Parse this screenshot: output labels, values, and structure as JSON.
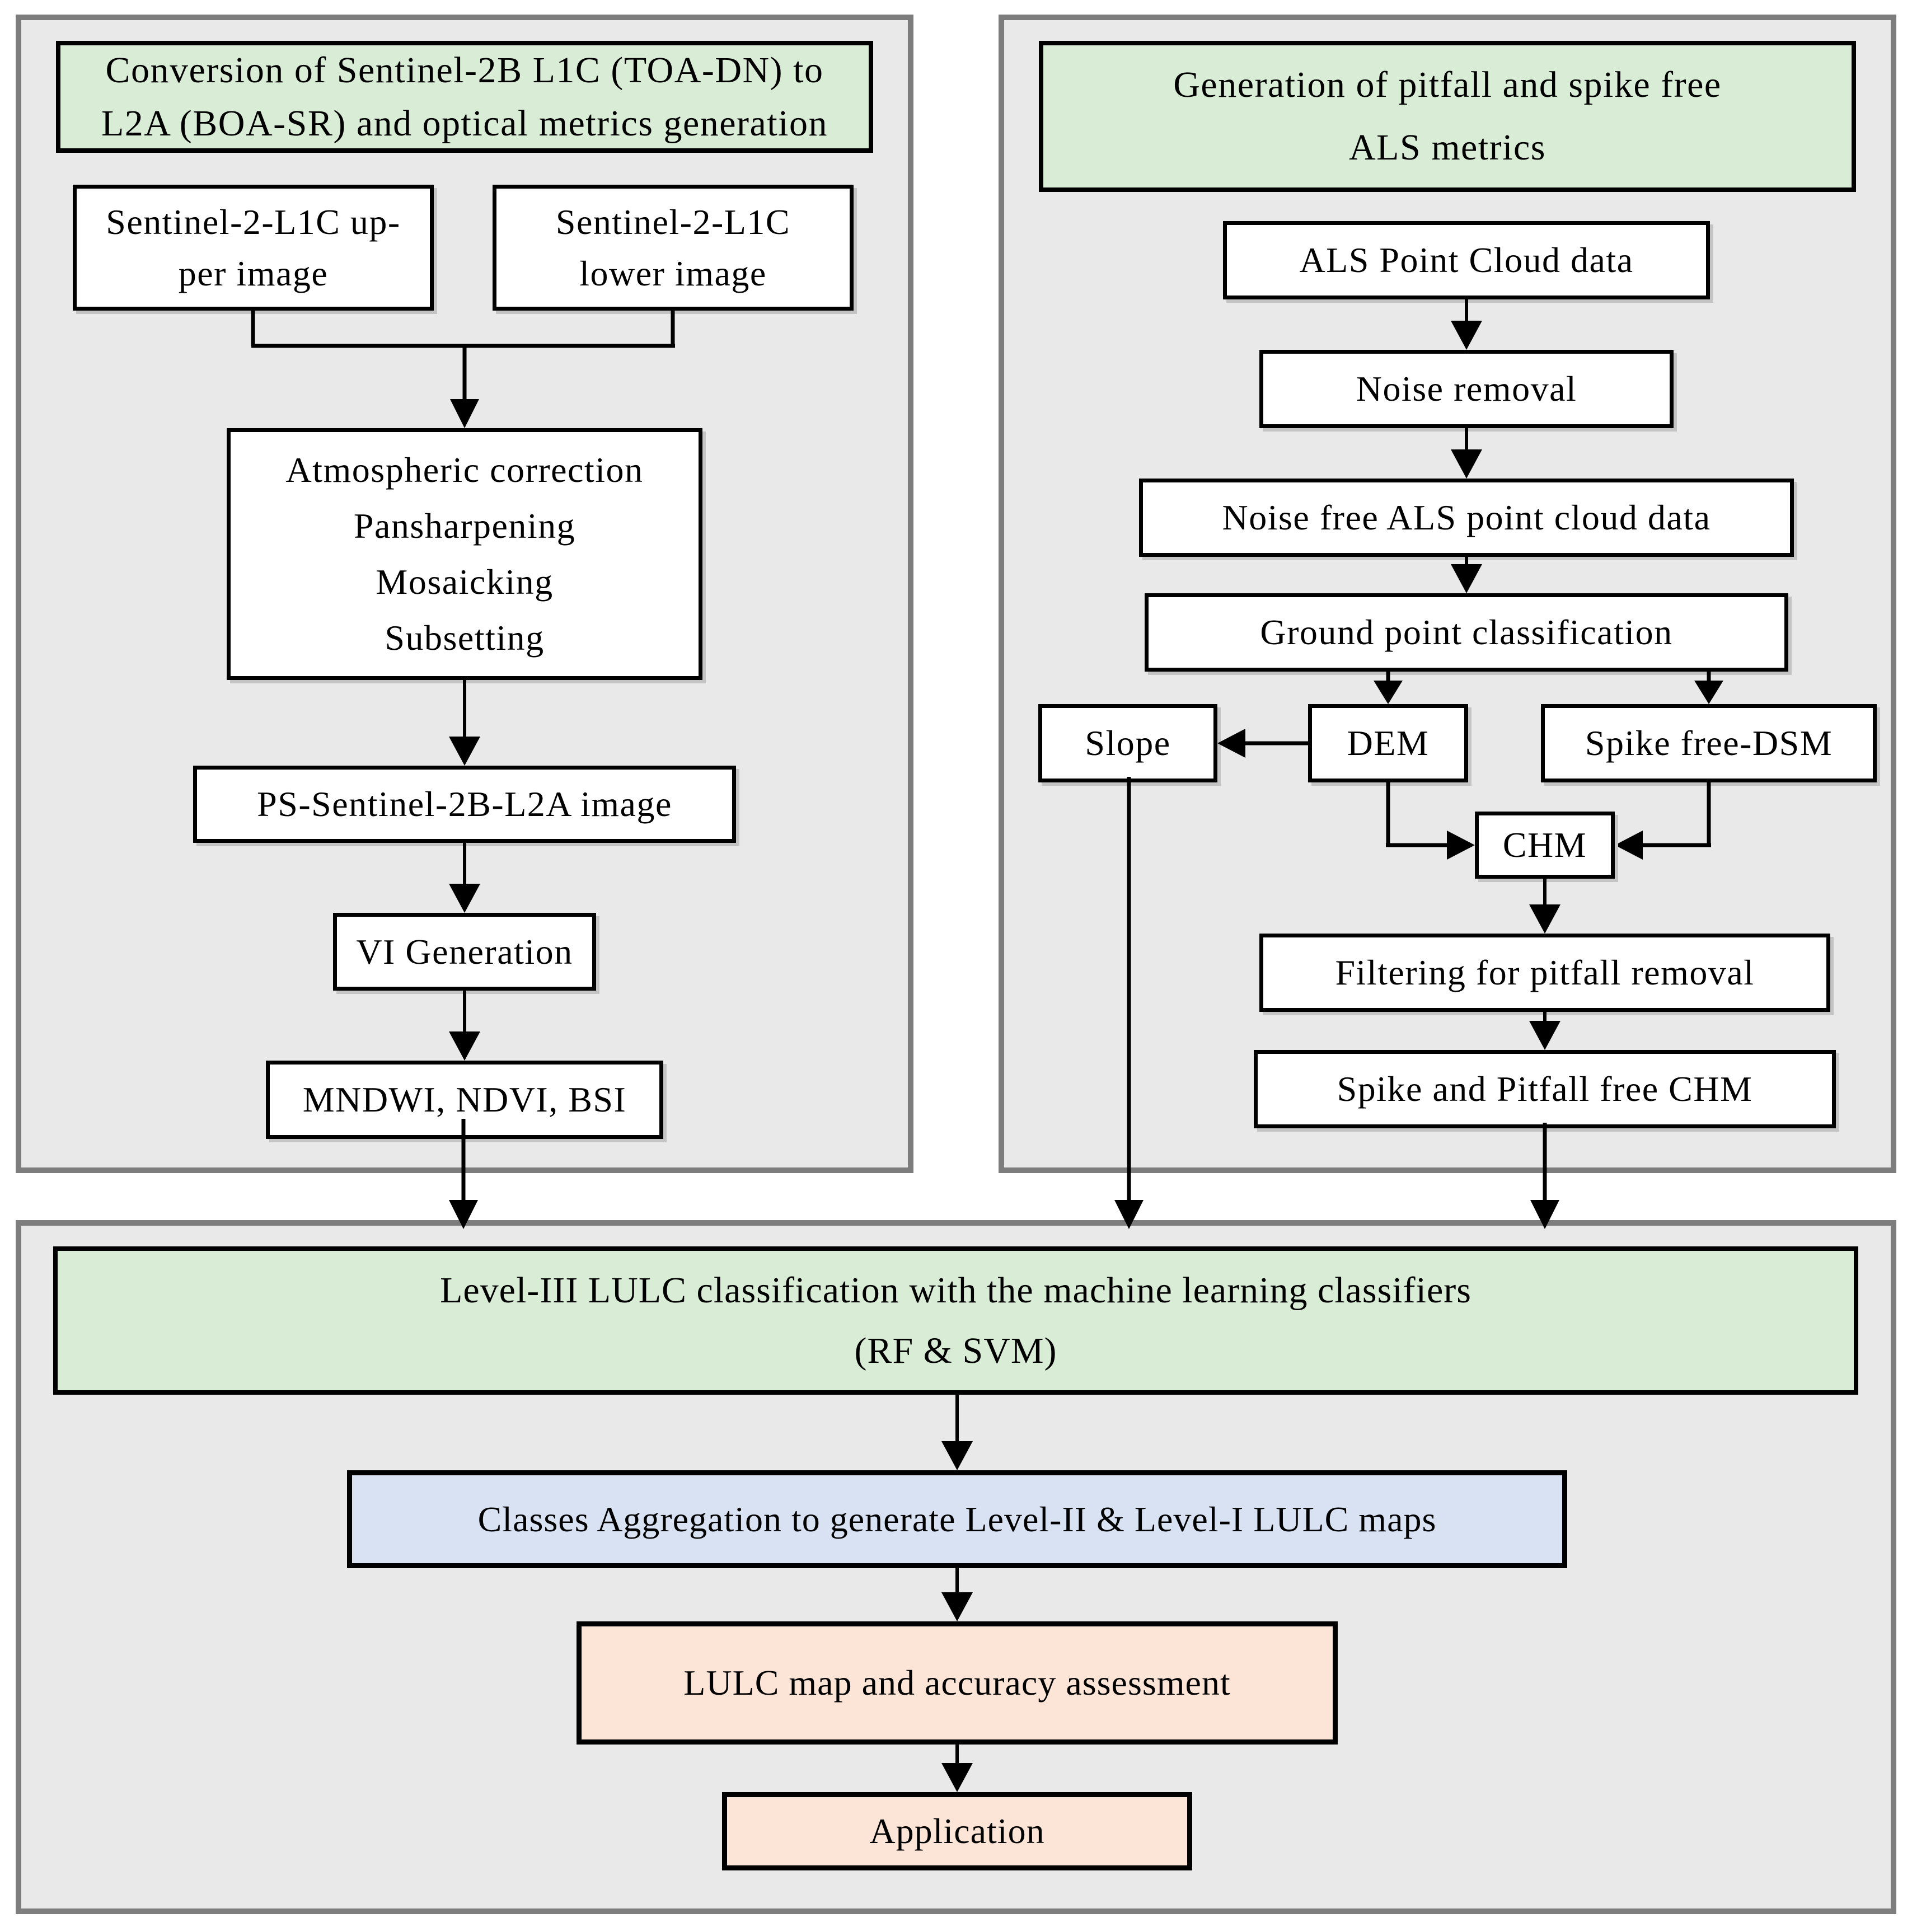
{
  "colors": {
    "panel_background": "#e9e9e9",
    "panel_border": "#7d7d7d",
    "header_green": "#d9ecd5",
    "process_white": "#ffffff",
    "aggregation_blue": "#d9e2f3",
    "result_peach": "#fce4d6",
    "line_black": "#000000"
  },
  "left_panel": {
    "header": {
      "line1": "Conversion of Sentinel-2B L1C (TOA-DN) to",
      "line2": "L2A (BOA-SR) and optical metrics generation"
    },
    "upper_image_box": {
      "line1": "Sentinel-2-L1C up-",
      "line2": "per image"
    },
    "lower_image_box": {
      "line1": "Sentinel-2-L1C",
      "line2": "lower image"
    },
    "process_box": {
      "lines": [
        "Atmospheric correction",
        "Pansharpening",
        "Mosaicking",
        "Subsetting"
      ]
    },
    "ps_image_box": "PS-Sentinel-2B-L2A image",
    "vi_box": "VI Generation",
    "indices_box": "MNDWI, NDVI, BSI"
  },
  "right_panel": {
    "header": {
      "line1": "Generation of pitfall and spike free",
      "line2": "ALS metrics"
    },
    "als_box": "ALS Point Cloud data",
    "noise_removal_box": "Noise removal",
    "noise_free_box": "Noise free ALS point cloud data",
    "ground_class_box": "Ground point classification",
    "slope_box": "Slope",
    "dem_box": "DEM",
    "dsm_box": "Spike free-DSM",
    "chm_box": "CHM",
    "filtering_box": "Filtering for pitfall removal",
    "spike_pitfall_box": "Spike and Pitfall free CHM"
  },
  "bottom_panel": {
    "header": {
      "line1": "Level-III LULC classification with the machine learning classifiers",
      "line2": "(RF & SVM)"
    },
    "aggregation_box": "Classes Aggregation to generate Level-II & Level-I LULC maps",
    "lulc_map_box": "LULC map and accuracy assessment",
    "application_box": "Application"
  }
}
